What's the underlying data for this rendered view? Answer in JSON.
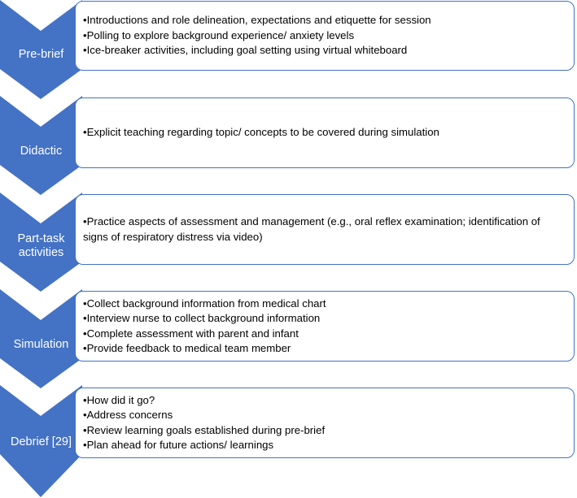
{
  "colors": {
    "arrow": "#4472c4",
    "border": "#4472c4",
    "label_text": "#ffffff"
  },
  "stages": [
    {
      "label": "Pre-brief",
      "bullets": [
        "Introductions and role delineation, expectations and etiquette for session",
        "Polling to explore background experience/ anxiety levels",
        "Ice-breaker activities, including goal setting using virtual whiteboard"
      ]
    },
    {
      "label": "Didactic",
      "bullets": [
        "Explicit teaching regarding topic/ concepts to be covered during simulation"
      ]
    },
    {
      "label": "Part-task activities",
      "bullets": [
        "Practice aspects of assessment and management (e.g., oral reflex examination; identification of signs of respiratory distress via video)"
      ]
    },
    {
      "label": "Simulation",
      "bullets": [
        "Collect background information from medical chart",
        "Interview nurse to collect background information",
        "Complete assessment with parent and infant",
        "Provide feedback to medical team member"
      ]
    },
    {
      "label": "Debrief [29]",
      "bullets": [
        "How did it go?",
        "Address concerns",
        "Review learning goals established during pre-brief",
        "Plan ahead for future actions/ learnings"
      ]
    }
  ]
}
